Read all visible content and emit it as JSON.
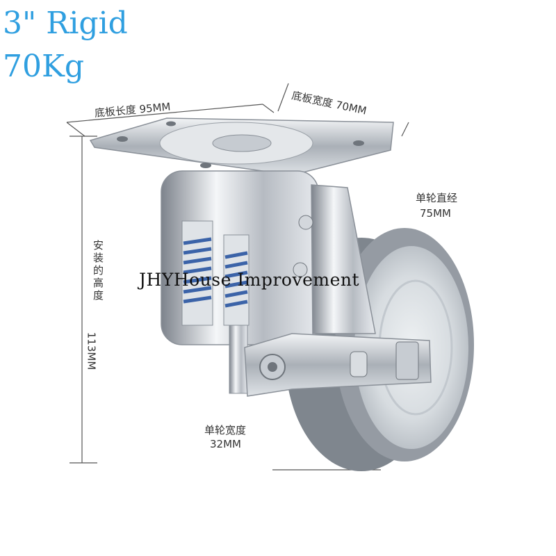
{
  "product": {
    "title_line1": "3\" Rigid",
    "title_line2": "70Kg"
  },
  "dimensions": {
    "plate_length": "底板长度 95MM",
    "plate_width": "底板宽度 70MM",
    "wheel_diameter_label": "单轮直经",
    "wheel_diameter_value": "75MM",
    "install_height_label": "安装的高度",
    "install_height_value": "113MM",
    "wheel_width_label": "单轮宽度",
    "wheel_width_value": "32MM"
  },
  "watermark": "JHYHouse Improvement",
  "colors": {
    "title": "#2f9fe0",
    "dimension_text": "#333333",
    "metal": "#c9ccd2",
    "wheel": "#8e949c"
  }
}
